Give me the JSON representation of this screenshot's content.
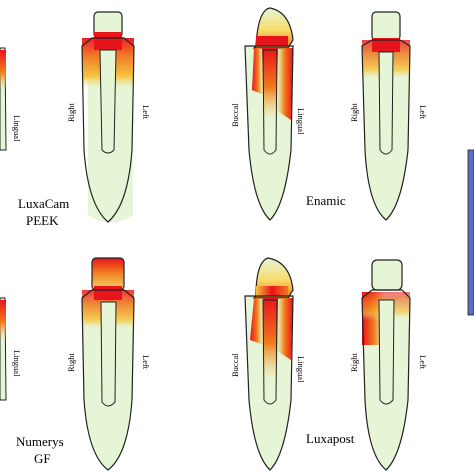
{
  "materials": {
    "top_left": [
      "LuxaCam",
      "PEEK"
    ],
    "top_right": "Enamic",
    "bottom_left": [
      "Numerys",
      "GF"
    ],
    "bottom_right": "Luxapost"
  },
  "orientation_labels": {
    "lingual": "Lingual",
    "right": "Right",
    "left": "Left",
    "buccal": "Buccal"
  },
  "colors": {
    "tooth_fill": "#e6f5d6",
    "outline": "#222222",
    "stress_high": "#e8141c",
    "stress_mid": "#f07a1c",
    "stress_low": "#f5c23a",
    "legend_bar": "#5b6fc7"
  }
}
